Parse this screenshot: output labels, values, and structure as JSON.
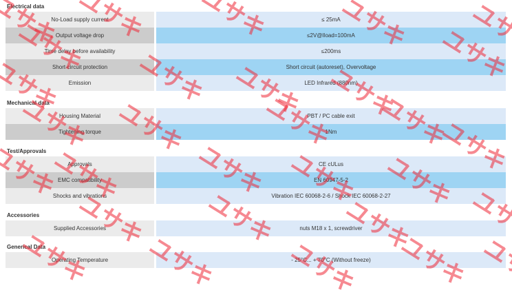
{
  "sections": [
    {
      "title": "Electrical data",
      "rows": [
        {
          "label": "No-Load supply current",
          "value": "≤ 25mA"
        },
        {
          "label": "Output voltage drop",
          "value": "≤2V@Iload=100mA"
        },
        {
          "label": "Time delay before availability",
          "value": "≤200ms"
        },
        {
          "label": "Short-circuit protection",
          "value": "Short circuit (autoreset), Overvoltage"
        },
        {
          "label": "Emission",
          "value": "LED Infrared (880nm)"
        }
      ]
    },
    {
      "title": "Mechanical data",
      "rows": [
        {
          "label": "Housing Material",
          "value": "PBT / PC cable exit"
        },
        {
          "label": "Tightening torque",
          "value": "1Nm"
        }
      ]
    },
    {
      "title": "Test/Approvals",
      "rows": [
        {
          "label": "Approvals",
          "value": "CE cULus"
        },
        {
          "label": "EMC compatibility",
          "value": "EN 60947-5-2"
        },
        {
          "label": "Shocks and vibrations",
          "value": "Vibration IEC 60068-2-6 / Shock IEC 60068-2-27"
        }
      ]
    },
    {
      "title": "Accessories",
      "rows": [
        {
          "label": "Supplied Accessories",
          "value": "nuts M18 x 1, screwdriver"
        }
      ]
    },
    {
      "title": "Generical Data",
      "rows": [
        {
          "label": "Operating Temperature",
          "value": "- 25°C... + 70°C (Without freeze)"
        }
      ]
    }
  ],
  "watermark": {
    "text": "ユサキ",
    "color": "#ee2837"
  }
}
